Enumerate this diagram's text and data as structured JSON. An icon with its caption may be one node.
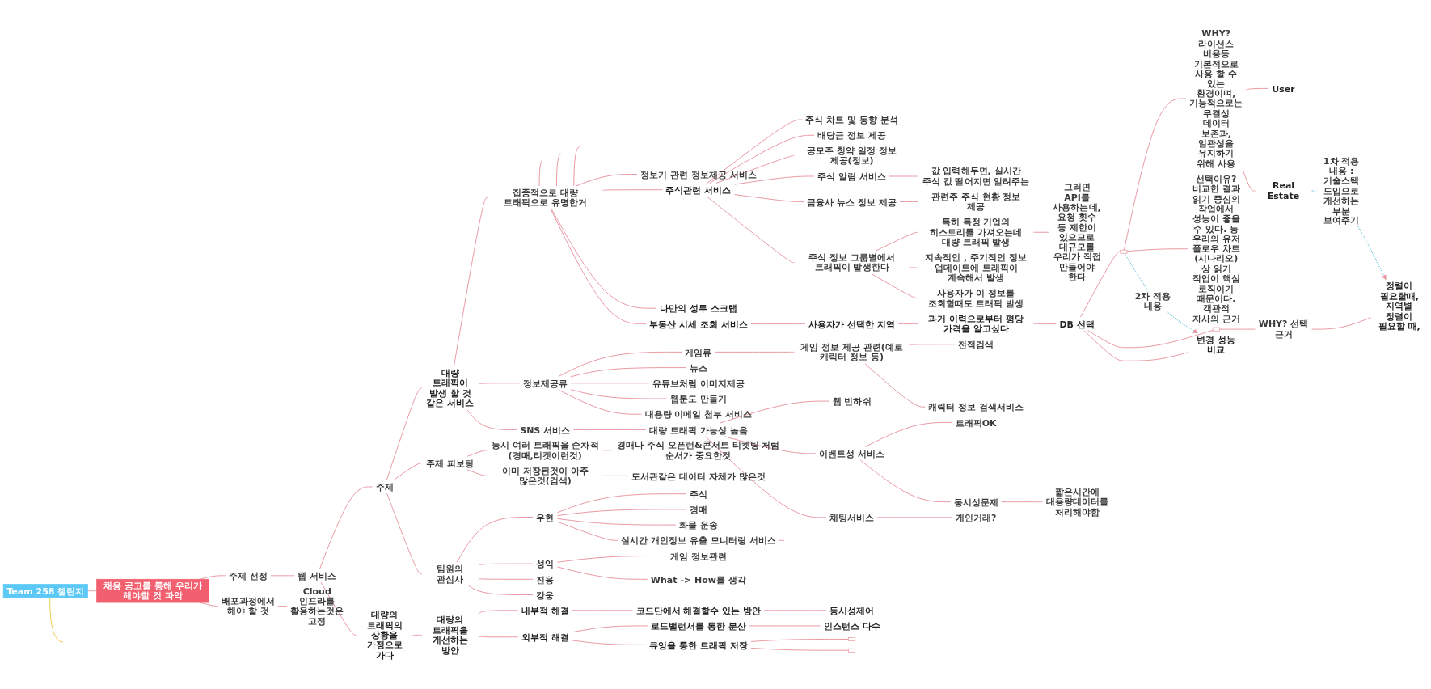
{
  "diagram": {
    "nodes": [
      {
        "text": [
          "Team 258 챌린지"
        ]
      },
      {
        "text": [
          "채용 공고를 통해 우리가 해야할 것 파악"
        ]
      },
      {
        "text": [
          "주제 선정"
        ]
      },
      {
        "text": [
          "웹 서비스"
        ]
      },
      {
        "text": [
          "주제"
        ]
      },
      {
        "text": [
          "대량 트래픽이 발생 할 것 같은 서비스"
        ]
      },
      {
        "text": [
          "집중적으로 대량 트래픽으로 유명한거"
        ]
      },
      {
        "text": [
          "정보기 관련 정보제공 서비스"
        ]
      },
      {
        "text": [
          "주식관련 서비스"
        ]
      },
      {
        "text": [
          "주식 차트 및 동향 분석"
        ]
      },
      {
        "text": [
          "배당금 정보 제공"
        ]
      },
      {
        "text": [
          "공모주 청약 일정 정보 제공(정보)"
        ]
      },
      {
        "text": [
          "주식 알림 서비스"
        ]
      },
      {
        "text": [
          "값 입력해두면, 실시간 주식 값 떨어지면 알려주는"
        ]
      },
      {
        "text": [
          "금융사 뉴스 정보 제공"
        ]
      },
      {
        "text": [
          "관련주 주식 현황 정보 제공"
        ]
      },
      {
        "text": [
          "주식 정보 그룹별에서 트래픽이 발생한다"
        ]
      },
      {
        "text": [
          "특히 특정 기업의 히스토리를 가져오는데 대량 트래픽 발생"
        ]
      },
      {
        "text": [
          "그러면 API를 사용하는데, 요청 횟수 등 제한이 있으므로 대규모를 우리가 직접 만들어야 한다"
        ]
      },
      {
        "text": [
          "지속적인 , 주기적인 정보 업데이트에 트래픽이 계속해서 발생"
        ]
      },
      {
        "text": [
          "사용자가 이 정보를 조회할때도 트래픽 발생"
        ]
      },
      {
        "text": [
          "나만의 성투 스크랩"
        ]
      },
      {
        "text": [
          "부동산 시세 조회 서비스"
        ]
      },
      {
        "text": [
          "사용자가 선택한 지역"
        ]
      },
      {
        "text": [
          "과거 이력으로부터 평당 가격을 알고싶다"
        ]
      },
      {
        "text": [
          "DB 선택"
        ]
      },
      {
        "text": [],
        "shape": "box"
      },
      {
        "text": [
          "WHY? 라이선스 비용등 기본적으로 사용 할 수 있는 환경이며, 기능적으로는 무결성 데이터 보존과, 일관성을 유지하기 위해 사용"
        ]
      },
      {
        "text": [
          "User"
        ]
      },
      {
        "text": [
          "Real Estate"
        ]
      },
      {
        "text": [
          "선택이유? 비교한 결과 읽기 중심의 작업에서 성능이 좋을 수 있다. 등 우리의 유저 플로우 차트(시나리오)상 읽기 작업이 핵심 로직이기 때문이다. 객관적 자사의 근거"
        ]
      },
      {
        "text": [],
        "shape": "box"
      },
      {
        "text": [
          "WHY? 선택 근거"
        ]
      },
      {
        "text": [
          "정렬이 필요할때, 지역별 정렬이 필요할 때,"
        ]
      },
      {
        "text": [
          "변경 성능 비교"
        ]
      },
      {
        "text": [
          "정보제공류"
        ]
      },
      {
        "text": [
          "게임류"
        ]
      },
      {
        "text": [
          "게임 정보 제공 관련(예로 캐릭터 정보 등)"
        ]
      },
      {
        "text": [
          "전적검색"
        ]
      },
      {
        "text": [
          "캐릭터 정보 검색서비스"
        ]
      },
      {
        "text": [
          "뉴스"
        ]
      },
      {
        "text": [
          "유튜브처럼 이미지제공"
        ]
      },
      {
        "text": [
          "웹툰도 만들기"
        ]
      },
      {
        "text": [
          "대용량 이메일 첨부 서비스"
        ]
      },
      {
        "text": [
          "SNS 서비스"
        ]
      },
      {
        "text": [
          "대량 트래픽 가능성 높음"
        ]
      },
      {
        "text": [
          "웹 빈하쉬"
        ]
      },
      {
        "text": [
          "이벤트성 서비스"
        ]
      },
      {
        "text": [
          "트래픽OK"
        ]
      },
      {
        "text": [
          "동시성문제"
        ]
      },
      {
        "text": [
          "짧은시간에 대용량데이터를 처리해야함"
        ]
      },
      {
        "text": [
          "채팅서비스"
        ]
      },
      {
        "text": [
          "개인거래?"
        ]
      },
      {
        "text": [
          "주제 피보팅"
        ]
      },
      {
        "text": [
          "동시 여러 트래픽을 순차적(경매,티켓이런것)"
        ]
      },
      {
        "text": [
          "경매나 주식 오픈런&콘서트 티켓팅 처럼 순서가 중요한것"
        ]
      },
      {
        "text": [
          "이미 저장된것이 아주 많은것(검색)"
        ]
      },
      {
        "text": [
          "도서관같은 데이터 자체가 많은것"
        ]
      },
      {
        "text": [
          "팀원의 관심사"
        ]
      },
      {
        "text": [
          "우현"
        ]
      },
      {
        "text": [
          "주식"
        ]
      },
      {
        "text": [
          "경매"
        ]
      },
      {
        "text": [
          "화물 운송"
        ]
      },
      {
        "text": [
          "실시간 개인정보 유출 모니터링 서비스"
        ]
      },
      {
        "text": [
          "성익"
        ]
      },
      {
        "text": [
          "게임 정보관련"
        ]
      },
      {
        "text": [
          "What -> How를 생각"
        ]
      },
      {
        "text": [
          "진웅"
        ]
      },
      {
        "text": [
          "강웅"
        ]
      },
      {
        "text": [
          "대량의 트래픽의 상황을 가정으로 가다"
        ]
      },
      {
        "text": [
          "대량의 트래픽을 개선하는 방안"
        ]
      },
      {
        "text": [
          "내부적 해결"
        ]
      },
      {
        "text": [
          "코드단에서 해결할수 있는 방안"
        ]
      },
      {
        "text": [
          "동시성제어"
        ]
      },
      {
        "text": [
          "외부적 해결"
        ]
      },
      {
        "text": [
          "로드밸런서를 통한 분산"
        ]
      },
      {
        "text": [
          "인스턴스 다수"
        ]
      },
      {
        "text": [
          "큐잉을 통한 트래픽 저장"
        ]
      },
      {
        "text": [],
        "shape": "box"
      },
      {
        "text": [],
        "shape": "box"
      },
      {
        "text": [
          "배포과정에서 해야 할 것"
        ]
      },
      {
        "text": [
          "Cloud 인프라를 활용하는것은 고정"
        ]
      }
    ],
    "edges": [
      {
        "from": 0,
        "to": 1,
        "arrow": "none"
      },
      {
        "from": 0,
        "to": null,
        "arrow": "none",
        "color": "#f2c94c"
      },
      {
        "from": 1,
        "to": 2,
        "arrow": "none"
      },
      {
        "from": 2,
        "to": 3,
        "arrow": "none"
      },
      {
        "from": 3,
        "to": 4,
        "arrow": "none"
      },
      {
        "from": 4,
        "to": 5,
        "arrow": "none"
      },
      {
        "from": 5,
        "to": 6,
        "arrow": "none"
      },
      {
        "from": 6,
        "to": null,
        "arrow": "none"
      },
      {
        "from": 6,
        "to": null,
        "arrow": "none"
      },
      {
        "from": 6,
        "to": null,
        "arrow": "none"
      },
      {
        "from": 6,
        "to": 7,
        "arrow": "none"
      },
      {
        "from": 6,
        "to": 8,
        "arrow": "none"
      },
      {
        "from": 8,
        "to": 9,
        "arrow": "none"
      },
      {
        "from": 8,
        "to": 10,
        "arrow": "none"
      },
      {
        "from": 8,
        "to": 11,
        "arrow": "none"
      },
      {
        "from": 8,
        "to": 12,
        "arrow": "none"
      },
      {
        "from": 12,
        "to": 13,
        "arrow": "none"
      },
      {
        "from": 8,
        "to": 14,
        "arrow": "none"
      },
      {
        "from": 14,
        "to": 15,
        "arrow": "none"
      },
      {
        "from": 8,
        "to": 16,
        "arrow": "none"
      },
      {
        "from": 16,
        "to": 17,
        "arrow": "none"
      },
      {
        "from": 17,
        "to": 18,
        "arrow": "none"
      },
      {
        "from": 16,
        "to": 19,
        "arrow": "none"
      },
      {
        "from": 16,
        "to": 20,
        "arrow": "none"
      },
      {
        "from": 6,
        "to": 21,
        "arrow": "none"
      },
      {
        "from": 6,
        "to": 22,
        "arrow": "none"
      },
      {
        "from": 22,
        "to": 23,
        "arrow": "none"
      },
      {
        "from": 23,
        "to": 24,
        "arrow": "none"
      },
      {
        "from": 24,
        "to": 25,
        "arrow": "none"
      },
      {
        "from": 25,
        "to": 26,
        "arrow": "none"
      },
      {
        "from": 26,
        "to": 27,
        "arrow": "none"
      },
      {
        "from": 27,
        "to": 28,
        "arrow": "none"
      },
      {
        "from": 27,
        "to": 29,
        "arrow": "none"
      },
      {
        "from": 26,
        "to": 30,
        "arrow": "none"
      },
      {
        "from": 25,
        "to": 31,
        "arrow": "none"
      },
      {
        "from": 31,
        "to": 32,
        "arrow": "none"
      },
      {
        "from": 32,
        "to": 33,
        "arrow": "none"
      },
      {
        "from": 25,
        "to": 34,
        "arrow": "none"
      },
      {
        "from": 26,
        "to": 34,
        "arrow": "to",
        "style": "dashed",
        "color": "#4fb6d6",
        "label": "2차 적용 내용"
      },
      {
        "from": 29,
        "to": 33,
        "arrow": "to",
        "style": "dashed",
        "color": "#4fb6d6",
        "label": "1차 적용 내용 : 기술스택 도입으로 개선하는 부분 보여주기"
      },
      {
        "from": 5,
        "to": 35,
        "arrow": "none"
      },
      {
        "from": 35,
        "to": 36,
        "arrow": "none"
      },
      {
        "from": 36,
        "to": 37,
        "arrow": "none"
      },
      {
        "from": 37,
        "to": 38,
        "arrow": "none"
      },
      {
        "from": 37,
        "to": 39,
        "arrow": "none"
      },
      {
        "from": 35,
        "to": 40,
        "arrow": "none"
      },
      {
        "from": 35,
        "to": 41,
        "arrow": "none"
      },
      {
        "from": 35,
        "to": 42,
        "arrow": "none"
      },
      {
        "from": 35,
        "to": 43,
        "arrow": "none"
      },
      {
        "from": 5,
        "to": 44,
        "arrow": "none"
      },
      {
        "from": 44,
        "to": 45,
        "arrow": "none"
      },
      {
        "from": 45,
        "to": 46,
        "arrow": "none"
      },
      {
        "from": 45,
        "to": 47,
        "arrow": "none"
      },
      {
        "from": 47,
        "to": 48,
        "arrow": "none"
      },
      {
        "from": 47,
        "to": 49,
        "arrow": "none"
      },
      {
        "from": 49,
        "to": 50,
        "arrow": "none"
      },
      {
        "from": 45,
        "to": 51,
        "arrow": "none"
      },
      {
        "from": 51,
        "to": 52,
        "arrow": "none"
      },
      {
        "from": 4,
        "to": 53,
        "arrow": "none"
      },
      {
        "from": 53,
        "to": 54,
        "arrow": "none"
      },
      {
        "from": 54,
        "to": 55,
        "arrow": "none"
      },
      {
        "from": 53,
        "to": 56,
        "arrow": "none"
      },
      {
        "from": 56,
        "to": 57,
        "arrow": "none"
      },
      {
        "from": 4,
        "to": 58,
        "arrow": "none"
      },
      {
        "from": 58,
        "to": 59,
        "arrow": "none"
      },
      {
        "from": 59,
        "to": 60,
        "arrow": "none"
      },
      {
        "from": 59,
        "to": 61,
        "arrow": "none"
      },
      {
        "from": 59,
        "to": 62,
        "arrow": "none"
      },
      {
        "from": 59,
        "to": 63,
        "arrow": "none"
      },
      {
        "from": 63,
        "to": null,
        "arrow": "none"
      },
      {
        "from": 58,
        "to": 64,
        "arrow": "none"
      },
      {
        "from": 64,
        "to": 65,
        "arrow": "none"
      },
      {
        "from": 64,
        "to": 66,
        "arrow": "none"
      },
      {
        "from": 58,
        "to": 67,
        "arrow": "none"
      },
      {
        "from": 58,
        "to": 68,
        "arrow": "none"
      },
      {
        "from": 3,
        "to": 69,
        "arrow": "none"
      },
      {
        "from": 69,
        "to": 70,
        "arrow": "none"
      },
      {
        "from": 70,
        "to": 71,
        "arrow": "none"
      },
      {
        "from": 71,
        "to": 72,
        "arrow": "none"
      },
      {
        "from": 72,
        "to": 73,
        "arrow": "none"
      },
      {
        "from": 70,
        "to": 74,
        "arrow": "none"
      },
      {
        "from": 74,
        "to": 75,
        "arrow": "none"
      },
      {
        "from": 75,
        "to": 76,
        "arrow": "none"
      },
      {
        "from": 74,
        "to": 77,
        "arrow": "none"
      },
      {
        "from": 77,
        "to": 78,
        "arrow": "none"
      },
      {
        "from": 77,
        "to": 79,
        "arrow": "none"
      },
      {
        "from": 1,
        "to": 80,
        "arrow": "none"
      },
      {
        "from": 80,
        "to": 81,
        "arrow": "none"
      }
    ]
  }
}
